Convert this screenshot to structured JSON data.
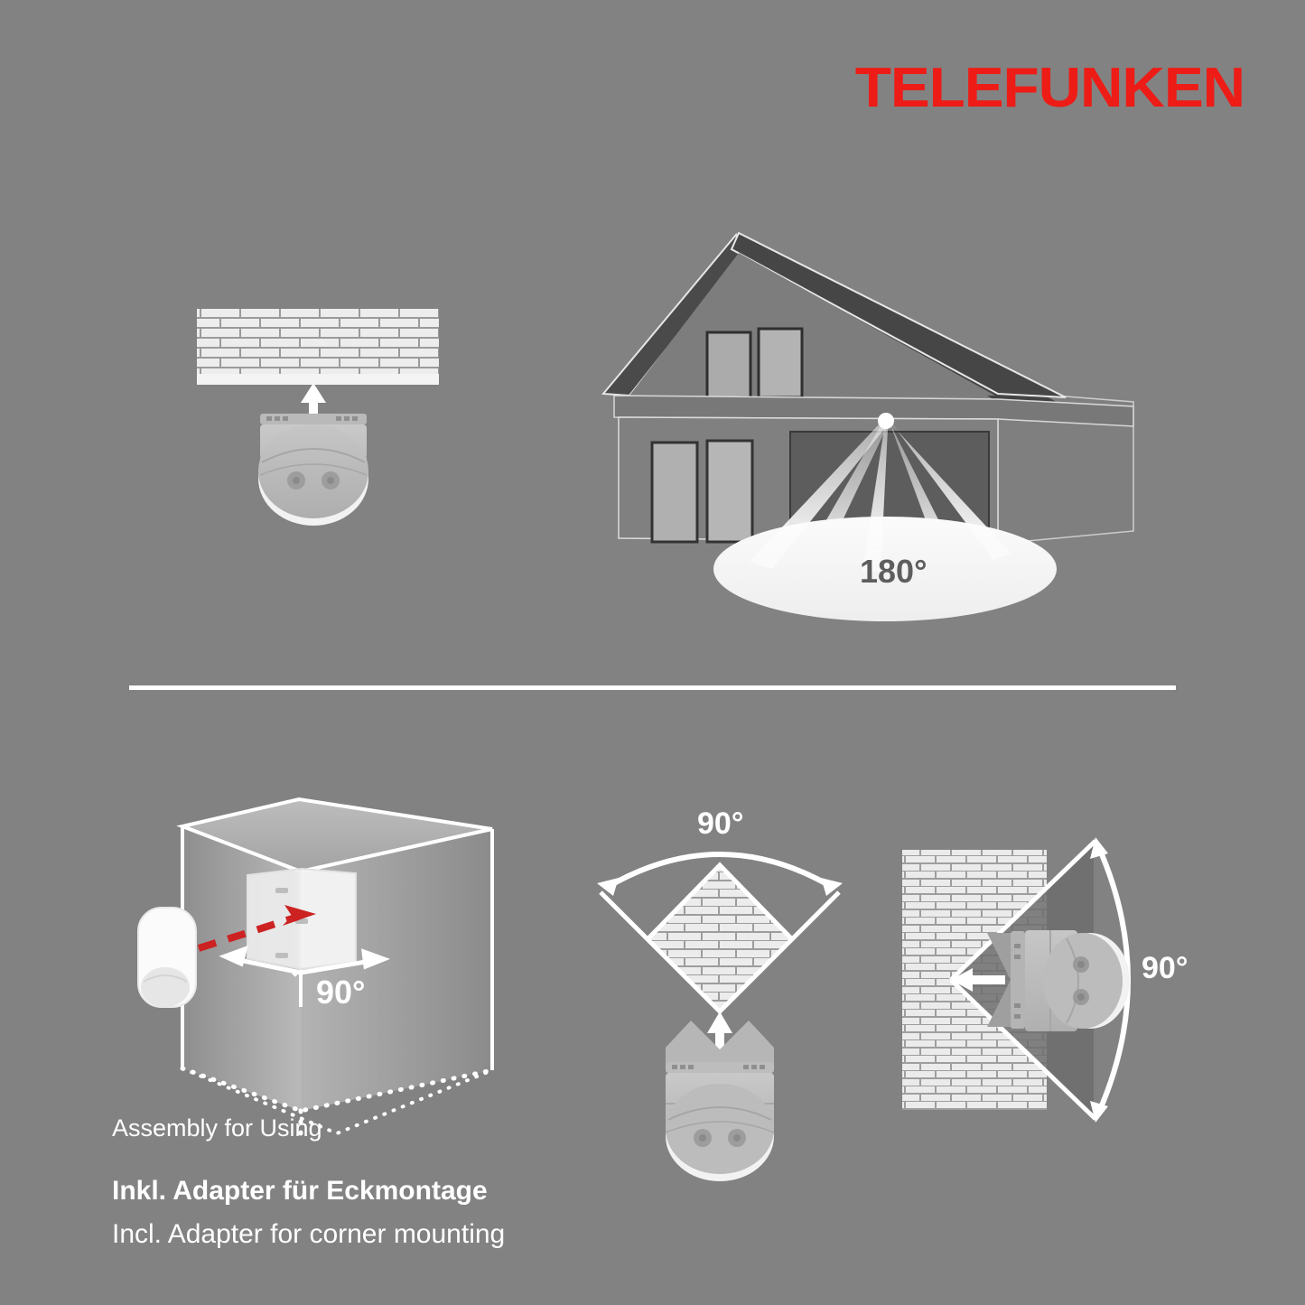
{
  "brand": {
    "name": "TELEFUNKEN",
    "color": "#ED1C16"
  },
  "background_color": "#828282",
  "divider": {
    "color": "#FFFFFF"
  },
  "panels": {
    "wall_mount": {
      "name": "ceiling-wall-mount-diagram",
      "wall_type": "brick-wall",
      "arrow_direction": "up",
      "device": "motion-sensor"
    },
    "house": {
      "name": "house-coverage-diagram",
      "angle_label": "180°",
      "angle_label_color": "#5E5E5E",
      "elements": [
        "gable-roof",
        "attic-windows",
        "garage-extension",
        "front-windows",
        "garage-door",
        "sensor-point",
        "detection-rays",
        "floor-ellipse"
      ]
    },
    "corner_cube": {
      "name": "corner-mount-cube-diagram",
      "angle_label": "90°",
      "adapter": "corner-adapter-plate",
      "sensor": "white-motion-sensor",
      "arrow_color": "#CC2222",
      "arrow_style": "dashed"
    },
    "corner_top": {
      "name": "corner-top-view-diagram",
      "angle_label": "90°",
      "wall_type": "brick-corner-diamond",
      "arrow_direction": "up",
      "device": "motion-sensor-with-v-adapter"
    },
    "wall_side": {
      "name": "wall-side-view-diagram",
      "angle_label": "90°",
      "wall_type": "brick-wall-flat",
      "arrow_direction": "left",
      "device": "motion-sensor-side-view"
    }
  },
  "captions": {
    "assembly": "Assembly for Using",
    "german": "Inkl. Adapter für Eckmontage",
    "english": "Incl. Adapter for corner mounting"
  }
}
